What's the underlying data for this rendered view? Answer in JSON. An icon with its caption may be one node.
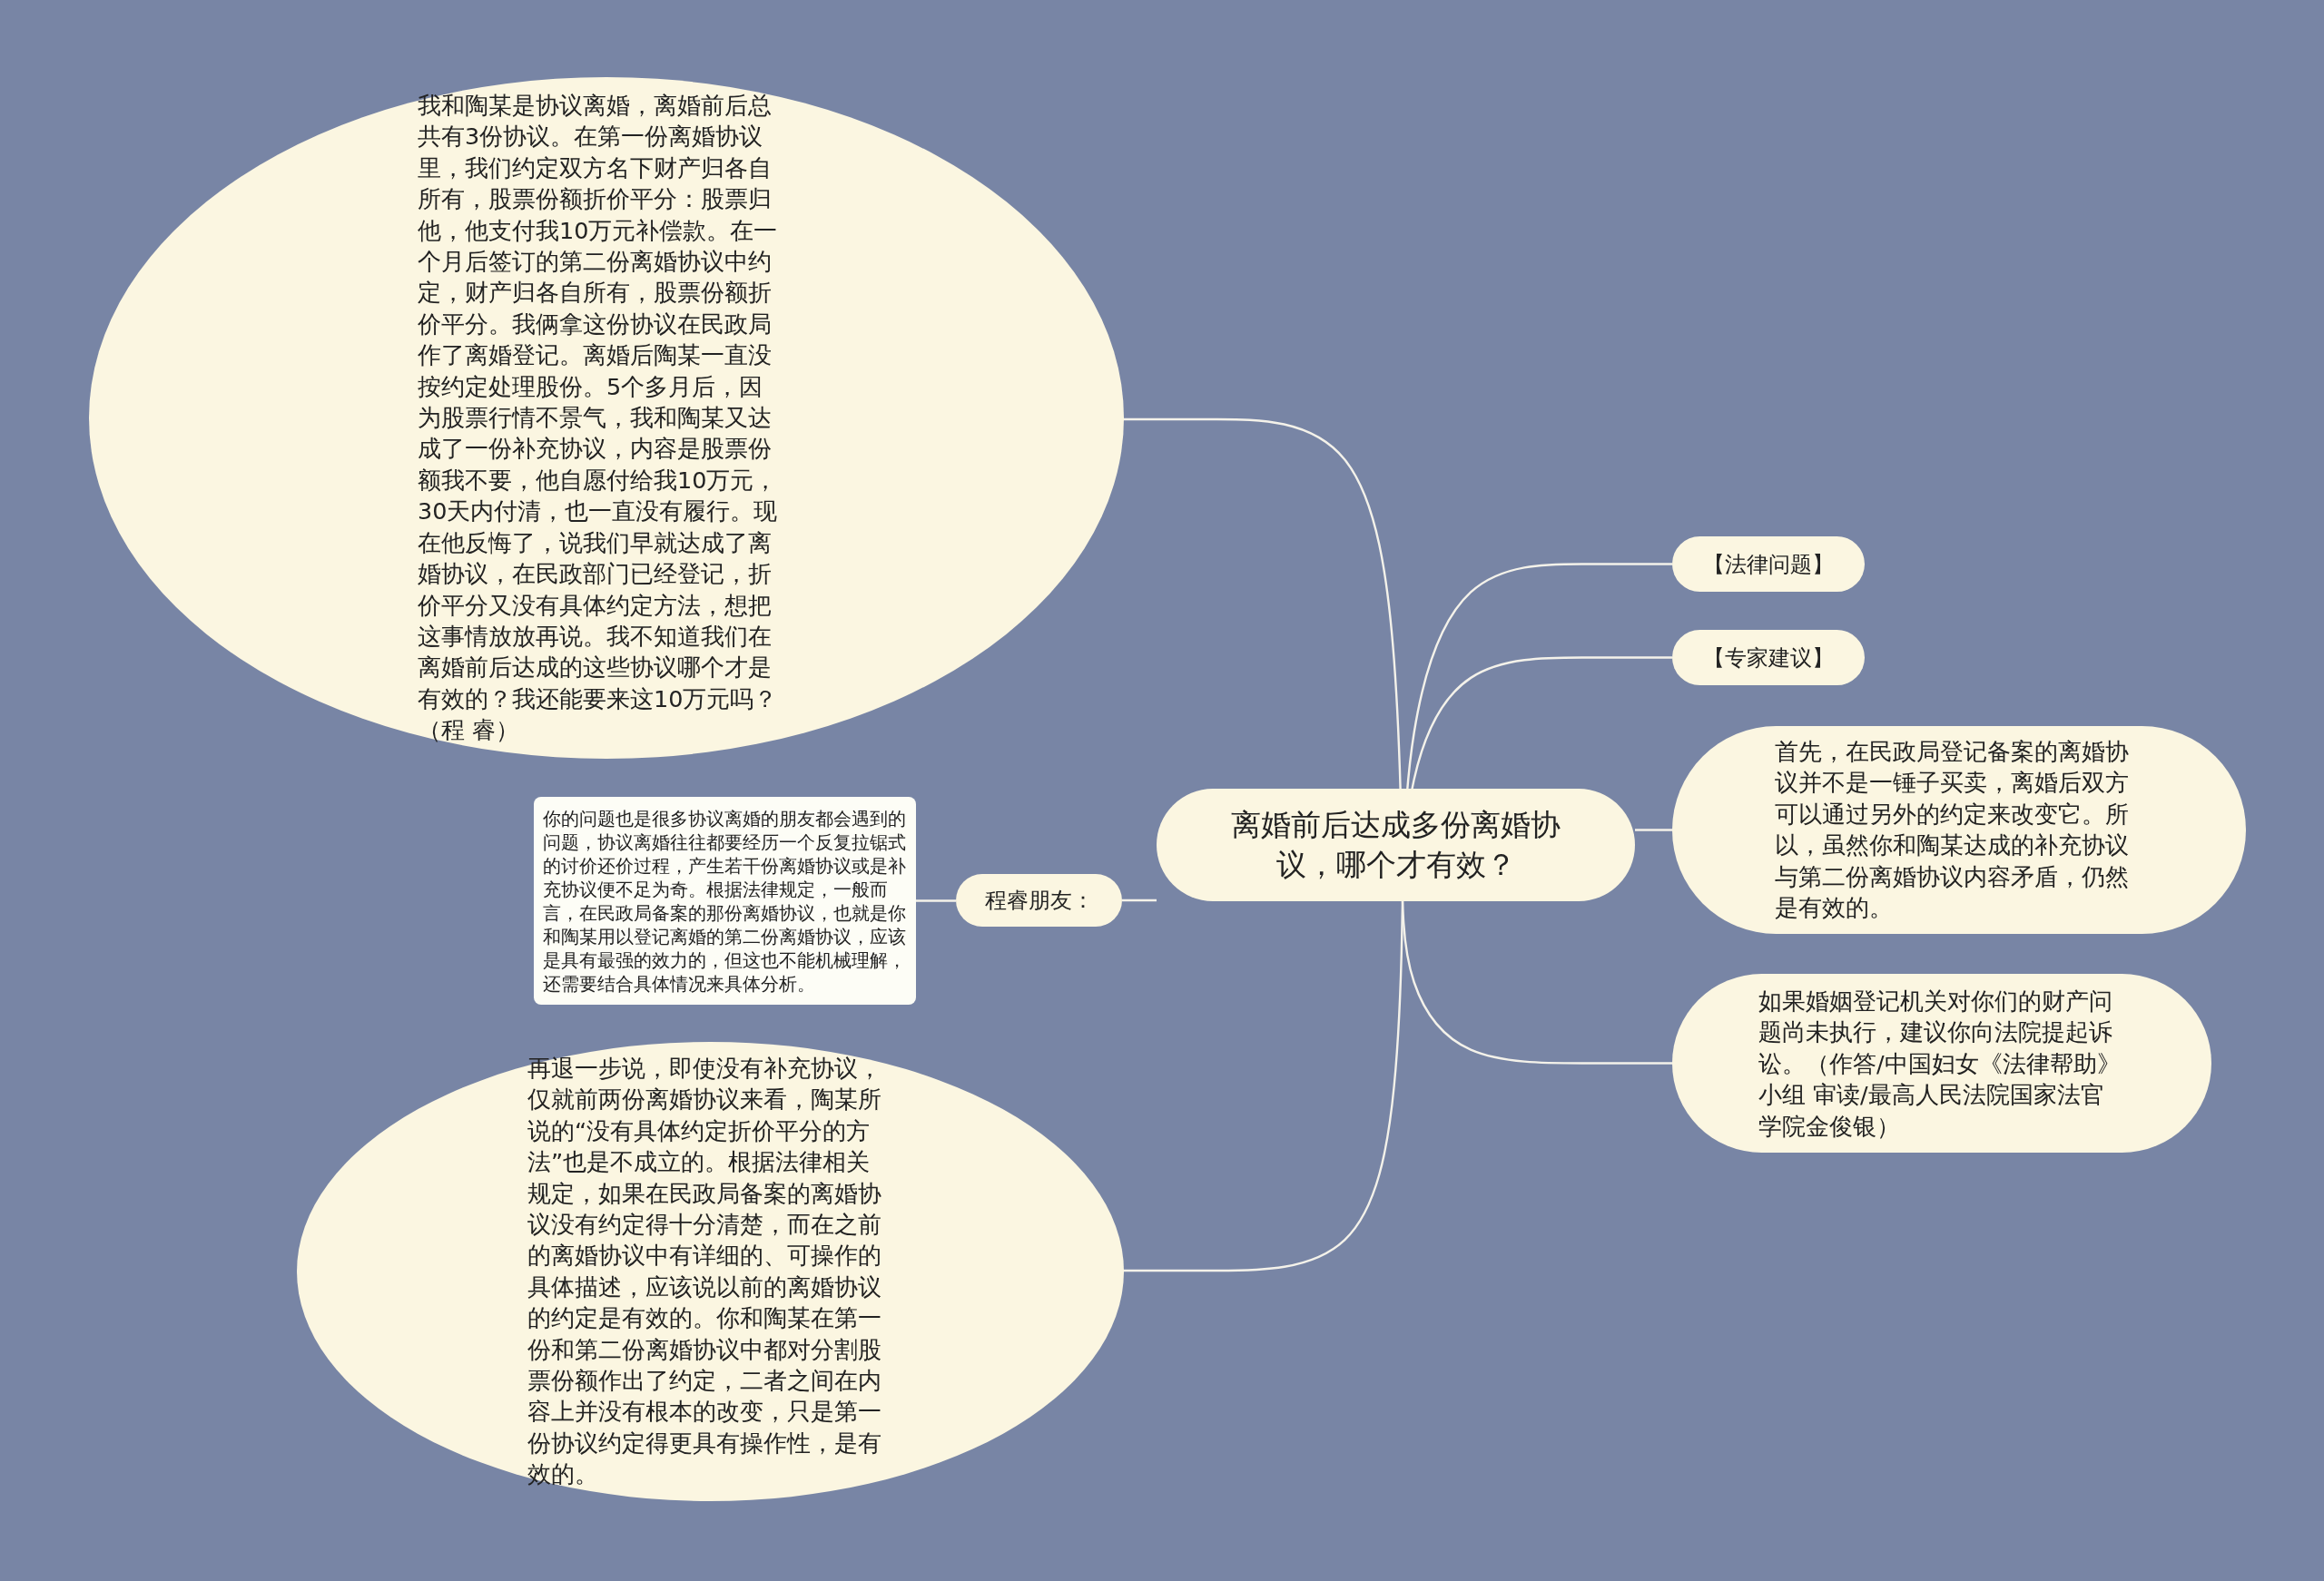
{
  "diagram": {
    "nodes": [
      {
        "text": [
          "离婚前后达成多份离婚协议，哪个才有效？"
        ]
      },
      {
        "text": [
          "我和陶某是协议离婚，离婚前后总共有3份协议。在第一份离婚协议里，我们约定双方名下财产归各自所有，股票份额折价平分：股票归他，他支付我10万元补偿款。在一个月后签订的第二份离婚协议中约定，财产归各自所有，股票份额折价平分。我俩拿这份协议在民政局作了离婚登记。离婚后陶某一直没按约定处理股份。5个多月后，因为股票行情不景气，我和陶某又达成了一份补充协议，内容是股票份额我不要，他自愿付给我10万元，30天内付清，也一直没有履行。现在他反悔了，说我们早就达成了离婚协议，在民政部门已经登记，折价平分又没有具体约定方法，想把这事情放放再说。我不知道我们在离婚前后达成的这些协议哪个才是有效的？我还能要来这10万元吗？（程 睿）"
        ]
      },
      {
        "text": [
          "你的问题也是很多协议离婚的朋友都会遇到的问题，协议离婚往往都要经历一个反复拉锯式的讨价还价过程，产生若干份离婚协议或是补充协议便不足为奇。根据法律规定，一般而言，在民政局备案的那份离婚协议，也就是你和陶某用以登记离婚的第二份离婚协议，应该是具有最强的效力的，但这也不能机械理解，还需要结合具体情况来具体分析。"
        ]
      },
      {
        "text": [
          "程睿朋友："
        ]
      },
      {
        "text": [
          "再退一步说，即使没有补充协议，仅就前两份离婚协议来看，陶某所说的“没有具体约定折价平分的方法”也是不成立的。根据法律相关规定，如果在民政局备案的离婚协议没有约定得十分清楚，而在之前的离婚协议中有详细的、可操作的具体描述，应该说以前的离婚协议的约定是有效的。你和陶某在第一份和第二份离婚协议中都对分割股票份额作出了约定，二者之间在内容上并没有根本的改变，只是第一份协议约定得更具有操作性，是有效的。"
        ]
      },
      {
        "text": [
          "【法律问题】"
        ]
      },
      {
        "text": [
          "【专家建议】"
        ]
      },
      {
        "text": [
          "首先，在民政局登记备案的离婚协议并不是一锤子买卖，离婚后双方可以通过另外的约定来改变它。所以，虽然你和陶某达成的补充协议与第二份离婚协议内容矛盾，仍然是有效的。"
        ]
      },
      {
        "text": [
          "如果婚姻登记机关对你们的财产问题尚未执行，建议你向法院提起诉讼。（作答/中国妇女《法律帮助》小组 审读/最高人民法院国家法官学院金俊银）"
        ]
      }
    ],
    "edges": [
      {
        "from": 0,
        "to": 1,
        "arrow": "none"
      },
      {
        "from": 0,
        "to": 3,
        "arrow": "none"
      },
      {
        "from": 3,
        "to": 2,
        "arrow": "none"
      },
      {
        "from": 0,
        "to": 4,
        "arrow": "none"
      },
      {
        "from": 0,
        "to": 5,
        "arrow": "none"
      },
      {
        "from": 0,
        "to": 6,
        "arrow": "none"
      },
      {
        "from": 0,
        "to": 7,
        "arrow": "none"
      },
      {
        "from": 0,
        "to": 8,
        "arrow": "none"
      }
    ]
  }
}
